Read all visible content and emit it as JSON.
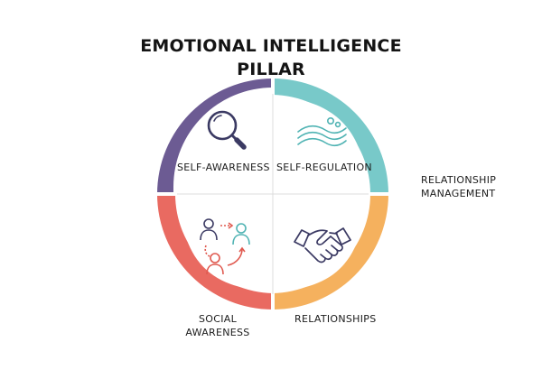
{
  "title": {
    "line1": "EMOTIONAL INTELLIGENCE",
    "line2": "PILLAR"
  },
  "quadrants": {
    "top_left": {
      "label": "SELF-AWARENESS",
      "color": "#6C5B93",
      "icon": "magnifying-glass-icon"
    },
    "top_right": {
      "label": "SELF-REGULATION",
      "color": "#78C9C9",
      "icon": "waves-icon"
    },
    "bottom_left": {
      "color": "#E96A61",
      "icon": "people-network-icon"
    },
    "bottom_right": {
      "color": "#F5B15E",
      "icon": "handshake-icon"
    }
  },
  "outside_labels": {
    "relationship_management_line1": "RELATIONSHIP",
    "relationship_management_line2": "MANAGEMENT",
    "social_awareness_line1": "SOCIAL",
    "social_awareness_line2": "AWARENESS",
    "relationships": "RELATIONSHIPS"
  },
  "icon_colors": {
    "dark": "#3B3A63",
    "teal": "#4FB3B3",
    "red": "#E0594F"
  }
}
